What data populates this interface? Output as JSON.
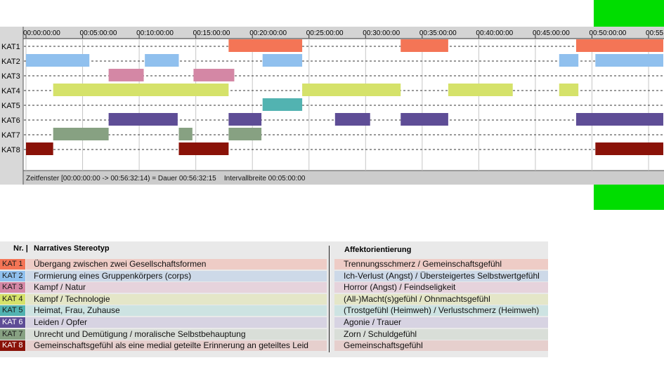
{
  "colors": {
    "KAT1": "#f47556",
    "KAT2": "#90c0ee",
    "KAT3": "#d487a5",
    "KAT4": "#d5e26a",
    "KAT5": "#52b3b1",
    "KAT6": "#5e4d96",
    "KAT7": "#87a182",
    "KAT8": "#8a1208",
    "accent_green": "#00dd00"
  },
  "chart_data": {
    "type": "gantt",
    "time_ticks": [
      "00:00:00:00",
      "00:05:00:00",
      "00:10:00:00",
      "00:15:00:00",
      "00:20:00:00",
      "00:25:00:00",
      "00:30:00:00",
      "00:35:00:00",
      "00:40:00:00",
      "00:45:00:00",
      "00:50:00:00",
      "00:55"
    ],
    "x_unit": "minutes",
    "xlim": [
      0,
      56.3
    ],
    "grid": true,
    "categories": [
      "KAT1",
      "KAT2",
      "KAT3",
      "KAT4",
      "KAT5",
      "KAT6",
      "KAT7",
      "KAT8"
    ],
    "series": [
      {
        "name": "KAT1",
        "segments": [
          [
            17.9,
            24.4
          ],
          [
            33.1,
            37.3
          ],
          [
            48.6,
            56.3
          ]
        ]
      },
      {
        "name": "KAT2",
        "segments": [
          [
            0.0,
            5.6
          ],
          [
            10.5,
            13.5
          ],
          [
            20.9,
            24.4
          ],
          [
            47.1,
            48.8
          ],
          [
            50.3,
            56.3
          ]
        ]
      },
      {
        "name": "KAT3",
        "segments": [
          [
            7.3,
            10.4
          ],
          [
            14.8,
            18.4
          ]
        ]
      },
      {
        "name": "KAT4",
        "segments": [
          [
            2.4,
            17.9
          ],
          [
            24.4,
            33.1
          ],
          [
            37.3,
            43.0
          ],
          [
            47.1,
            48.8
          ]
        ]
      },
      {
        "name": "KAT5",
        "segments": [
          [
            20.9,
            24.4
          ]
        ]
      },
      {
        "name": "KAT6",
        "segments": [
          [
            7.3,
            13.4
          ],
          [
            17.9,
            20.8
          ],
          [
            27.3,
            30.4
          ],
          [
            33.1,
            37.3
          ],
          [
            48.6,
            56.3
          ]
        ]
      },
      {
        "name": "KAT7",
        "segments": [
          [
            2.4,
            7.3
          ],
          [
            13.5,
            14.7
          ],
          [
            17.9,
            20.8
          ]
        ]
      },
      {
        "name": "KAT8",
        "segments": [
          [
            0.0,
            2.4
          ],
          [
            13.5,
            17.9
          ],
          [
            50.3,
            56.3
          ]
        ]
      }
    ],
    "footer": "Zeitfenster [00:00:00:00 -> 00:56:32:14) = Dauer 00:56:32:15    Intervallbreite 00:05:00:00"
  },
  "legend": {
    "header_nr": "Nr. |",
    "header_stereotype": "Narratives Stereotyp",
    "header_affect": "Affektorientierung",
    "rows": [
      {
        "badge": "KAT 1",
        "stereotype": "Übergang zwischen zwei Gesellschaftsformen",
        "affect": "Trennungsschmerz / Gemeinschaftsgefühl"
      },
      {
        "badge": "KAT 2",
        "stereotype": "Formierung eines Gruppenkörpers (corps)",
        "affect": "Ich-Verlust (Angst) / Übersteigertes Selbstwertgefühl"
      },
      {
        "badge": "KAT 3",
        "stereotype": "Kampf / Natur",
        "affect": "Horror (Angst) / Feindseligkeit"
      },
      {
        "badge": "KAT 4",
        "stereotype": "Kampf / Technologie",
        "affect": "(All-)Macht(s)gefühl / Ohnmachtsgefühl"
      },
      {
        "badge": "KAT 5",
        "stereotype": "Heimat, Frau, Zuhause",
        "affect": "(Trostgefühl (Heimweh) / Verlustschmerz (Heimweh)"
      },
      {
        "badge": "KAT 6",
        "stereotype": "Leiden / Opfer",
        "affect": "Agonie / Trauer"
      },
      {
        "badge": "KAT 7",
        "stereotype": "Unrecht und Demütigung / moralische Selbstbehauptung",
        "affect": "Zorn / Schuldgefühl"
      },
      {
        "badge": "KAT 8",
        "stereotype": "Gemeinschaftsgefühl als eine medial geteilte Erinnerung an geteiltes Leid",
        "affect": "Gemeinschaftsgefühl"
      }
    ]
  }
}
